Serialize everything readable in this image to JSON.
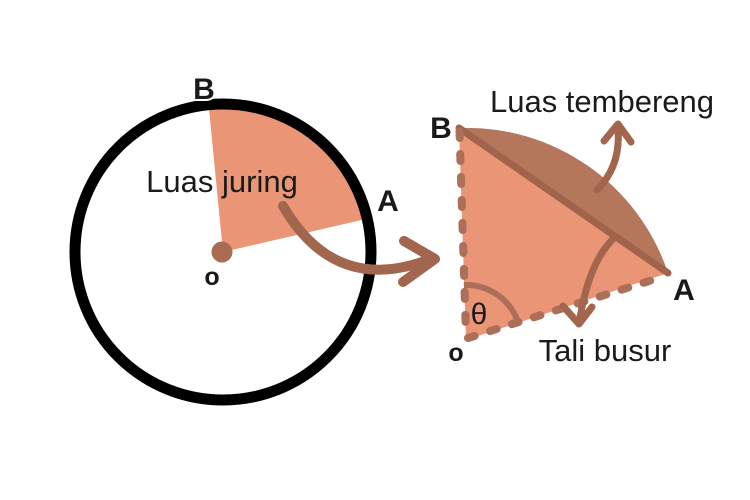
{
  "background": "#ffffff",
  "colors": {
    "background": "#ffffff",
    "sector_fill": "#EB9577",
    "segment_fill": "#B5775C",
    "chord": "#A0634B",
    "dashed_line": "#AC6F5A",
    "arrow": "#A2654D",
    "dot": "#A96B52",
    "circle_outline": "#000000",
    "text": "#1A1A1A"
  },
  "left_figure": {
    "sector_label": "Luas juring",
    "point_b": "B",
    "point_a": "A",
    "center_label": "o"
  },
  "right_figure": {
    "segment_label": "Luas tembereng",
    "chord_label": "Tali busur",
    "angle_label": "θ",
    "point_b": "B",
    "point_a": "A",
    "center_label": "o"
  }
}
